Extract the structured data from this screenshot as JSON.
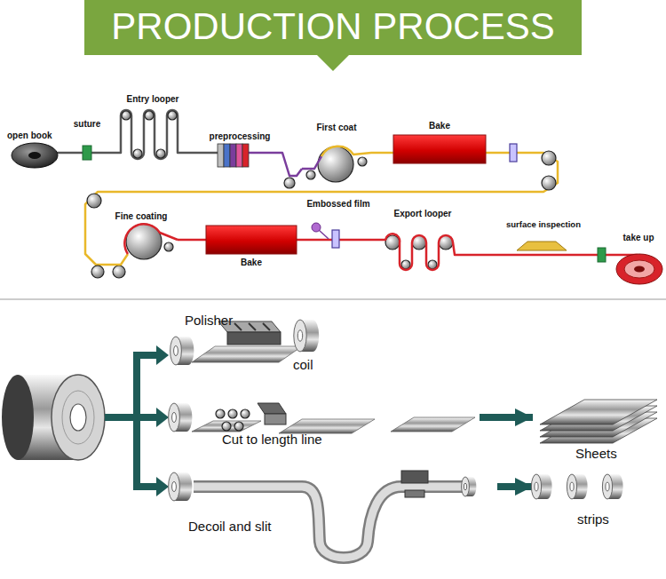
{
  "diagram": {
    "title": "PRODUCTION PROCESS",
    "nodes": [
      {
        "text": [
          "open book"
        ]
      },
      {
        "text": [
          "suture"
        ]
      },
      {
        "text": [
          "Entry looper"
        ]
      },
      {
        "text": [
          "preprocessing"
        ]
      },
      {
        "text": [
          "First coat"
        ]
      },
      {
        "text": [
          "Bake"
        ]
      },
      {
        "text": [
          "Fine coating"
        ]
      },
      {
        "text": [
          "Bake"
        ]
      },
      {
        "text": [
          "Embossed film"
        ]
      },
      {
        "text": [
          "Export looper"
        ]
      },
      {
        "text": [
          "surface inspection"
        ]
      },
      {
        "text": [
          "take up"
        ]
      },
      {
        "text": [
          "Polisher",
          "coil"
        ]
      },
      {
        "text": [
          "Cut to length line"
        ]
      },
      {
        "text": [
          "Sheets"
        ]
      },
      {
        "text": [
          "Decoil and slit"
        ]
      },
      {
        "text": [
          "strips"
        ]
      }
    ],
    "edges": [
      {
        "from": 0,
        "to": 1,
        "arrow": "none"
      },
      {
        "from": 1,
        "to": 2,
        "arrow": "none"
      },
      {
        "from": 2,
        "to": 3,
        "arrow": "none"
      },
      {
        "from": 3,
        "to": 4,
        "arrow": "none"
      },
      {
        "from": 4,
        "to": 5,
        "arrow": "none"
      },
      {
        "from": 5,
        "to": 6,
        "arrow": "none"
      },
      {
        "from": 6,
        "to": 7,
        "arrow": "none"
      },
      {
        "from": 7,
        "to": 8,
        "arrow": "none"
      },
      {
        "from": 8,
        "to": 9,
        "arrow": "none"
      },
      {
        "from": 9,
        "to": 10,
        "arrow": "none"
      },
      {
        "from": 10,
        "to": 11,
        "arrow": "none"
      },
      {
        "from": 13,
        "to": 14,
        "arrow": "to"
      },
      {
        "from": 15,
        "to": 16,
        "arrow": "to"
      }
    ]
  }
}
